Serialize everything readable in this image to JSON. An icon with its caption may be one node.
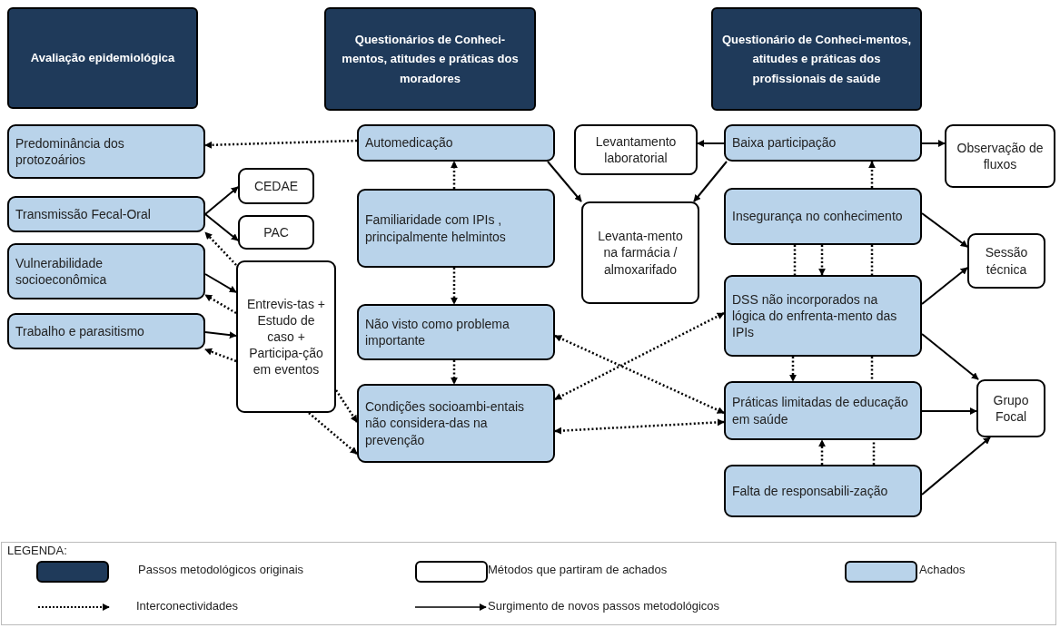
{
  "diagram": {
    "nodes": [
      {
        "text": [
          "Avaliação epidemiológica"
        ]
      },
      {
        "text": [
          "Questionários de Conheci-mentos, atitudes e práticas dos moradores"
        ]
      },
      {
        "text": [
          "Questionário de Conheci-mentos, atitudes e práticas dos profissionais de saúde"
        ]
      },
      {
        "text": [
          "Predominância dos protozoários"
        ]
      },
      {
        "text": [
          "Transmissão Fecal-Oral"
        ]
      },
      {
        "text": [
          "Vulnerabilidade socioeconômica"
        ]
      },
      {
        "text": [
          "Trabalho e parasitismo"
        ]
      },
      {
        "text": [
          "CEDAE"
        ]
      },
      {
        "text": [
          "PAC"
        ]
      },
      {
        "text": [
          "Entrevis-tas + Estudo de caso + Participa-ção em eventos"
        ]
      },
      {
        "text": [
          "Automedicação"
        ]
      },
      {
        "text": [
          "Familiaridade com IPIs , principalmente helmintos"
        ]
      },
      {
        "text": [
          "Não visto como problema importante"
        ]
      },
      {
        "text": [
          "Condições socioambi-entais não considera-das na prevenção"
        ]
      },
      {
        "text": [
          "Levantamento laboratorial"
        ]
      },
      {
        "text": [
          "Levanta-mento na farmácia / almoxarifado"
        ]
      },
      {
        "text": [
          "Baixa participação"
        ]
      },
      {
        "text": [
          "Observação de fluxos"
        ]
      },
      {
        "text": [
          "Insegurança no conhecimento"
        ]
      },
      {
        "text": [
          "Sessão técnica"
        ]
      },
      {
        "text": [
          "DSS não incorporados na lógica do enfrenta-mento das IPIs"
        ]
      },
      {
        "text": [
          "Práticas limitadas de educação em saúde"
        ]
      },
      {
        "text": [
          "Grupo Focal"
        ]
      },
      {
        "text": [
          "Falta de responsabili-zação"
        ]
      }
    ],
    "edges": [
      {
        "from": 10,
        "to": 3,
        "arrow": "to",
        "style": "dashed"
      },
      {
        "from": 4,
        "to": 7,
        "arrow": "to"
      },
      {
        "from": 4,
        "to": 8,
        "arrow": "to"
      },
      {
        "from": 9,
        "to": 4,
        "arrow": "to",
        "style": "dashed"
      },
      {
        "from": 5,
        "to": 9,
        "arrow": "to"
      },
      {
        "from": 9,
        "to": 5,
        "arrow": "to",
        "style": "dashed"
      },
      {
        "from": 6,
        "to": 9,
        "arrow": "to"
      },
      {
        "from": 9,
        "to": 6,
        "arrow": "to",
        "style": "dashed"
      },
      {
        "from": 9,
        "to": 13,
        "arrow": "to",
        "style": "dashed"
      },
      {
        "from": 9,
        "to": 13,
        "arrow": "to",
        "style": "dashed"
      },
      {
        "from": 11,
        "to": 10,
        "arrow": "to",
        "style": "dashed"
      },
      {
        "from": 11,
        "to": 12,
        "arrow": "to",
        "style": "dashed"
      },
      {
        "from": 12,
        "to": 13,
        "arrow": "to",
        "style": "dashed"
      },
      {
        "from": 10,
        "to": 15,
        "arrow": "to"
      },
      {
        "from": 16,
        "to": 14,
        "arrow": "to"
      },
      {
        "from": 16,
        "to": 15,
        "arrow": "to"
      },
      {
        "from": 16,
        "to": 17,
        "arrow": "to"
      },
      {
        "from": 13,
        "to": 20,
        "arrow": "both",
        "style": "dashed"
      },
      {
        "from": 12,
        "to": 21,
        "arrow": "both",
        "style": "dashed"
      },
      {
        "from": 13,
        "to": 21,
        "arrow": "both",
        "style": "dashed"
      },
      {
        "from": 18,
        "to": 16,
        "arrow": "to",
        "style": "dashed"
      },
      {
        "from": 18,
        "to": 20,
        "arrow": "none",
        "style": "dashed"
      },
      {
        "from": 18,
        "to": 20,
        "arrow": "to",
        "style": "dashed"
      },
      {
        "from": 18,
        "to": 20,
        "arrow": "none",
        "style": "dashed"
      },
      {
        "from": 20,
        "to": 21,
        "arrow": "to",
        "style": "dashed"
      },
      {
        "from": 20,
        "to": 21,
        "arrow": "none",
        "style": "dashed"
      },
      {
        "from": 23,
        "to": 21,
        "arrow": "to",
        "style": "dashed"
      },
      {
        "from": 23,
        "to": 21,
        "arrow": "none",
        "style": "dashed"
      },
      {
        "from": 18,
        "to": 19,
        "arrow": "to"
      },
      {
        "from": 20,
        "to": 19,
        "arrow": "to"
      },
      {
        "from": 20,
        "to": 22,
        "arrow": "to"
      },
      {
        "from": 21,
        "to": 22,
        "arrow": "to"
      },
      {
        "from": 23,
        "to": 22,
        "arrow": "to"
      }
    ],
    "labels": [
      "LEGENDA:"
    ],
    "legend": [
      {
        "text": "Passos metodológicos originais",
        "color": "#1f3a5a"
      },
      {
        "text": "Métodos que partiram de achados",
        "color": "#ffffff"
      },
      {
        "text": "Achados",
        "color": "#b9d3ea"
      },
      {
        "text": "Interconectividades"
      },
      {
        "text": "Surgimento de novos passos metodológicos"
      }
    ]
  }
}
